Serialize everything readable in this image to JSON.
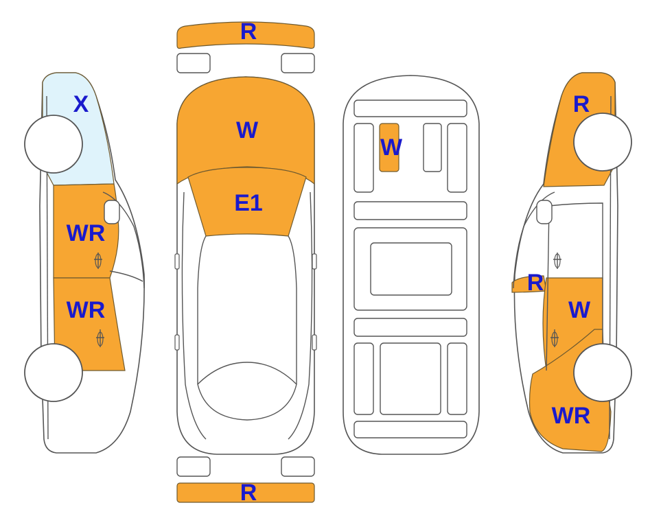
{
  "colors": {
    "damage": "#f7a632",
    "damage_alt": "#f5b04a",
    "light": "#dff3fb",
    "outline": "#555555",
    "label": "#1a1acc"
  },
  "labels": {
    "front_bumper": "R",
    "rear_bumper": "R",
    "hood": "W",
    "windshield": "E1",
    "roof_panel": "W",
    "left_front_fender": "X",
    "left_front_door": "WR",
    "left_rear_door": "WR",
    "right_front_fender": "R",
    "right_mirror_area": "R",
    "right_door": "W",
    "right_rear_quarter": "WR"
  }
}
